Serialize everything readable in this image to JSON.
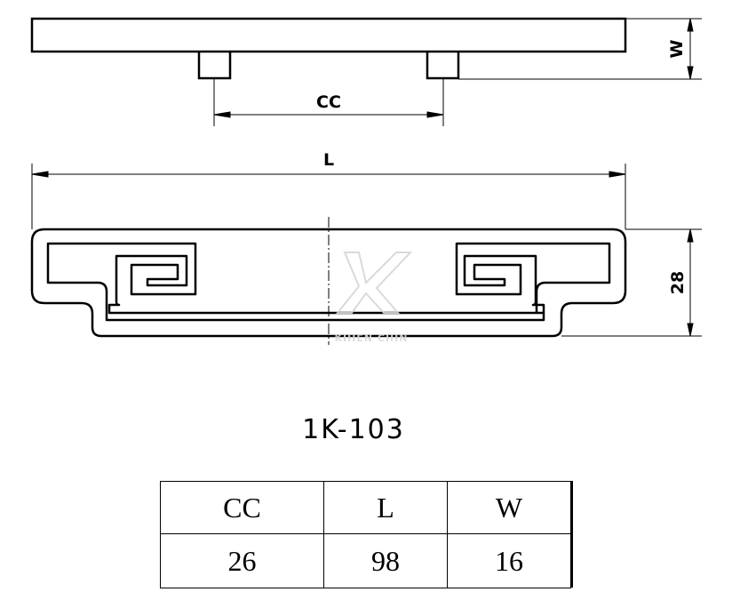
{
  "drawing": {
    "dimensions": {
      "cc_label": "CC",
      "length_label": "L",
      "width_label": "W",
      "height_label": "28"
    },
    "watermark": {
      "logo": "K",
      "text": "KHIEN CHIN"
    },
    "model_label": "1K-103"
  },
  "spec_table": {
    "headers": [
      "CC",
      "L",
      "W"
    ],
    "values": [
      "26",
      "98",
      "16"
    ]
  }
}
